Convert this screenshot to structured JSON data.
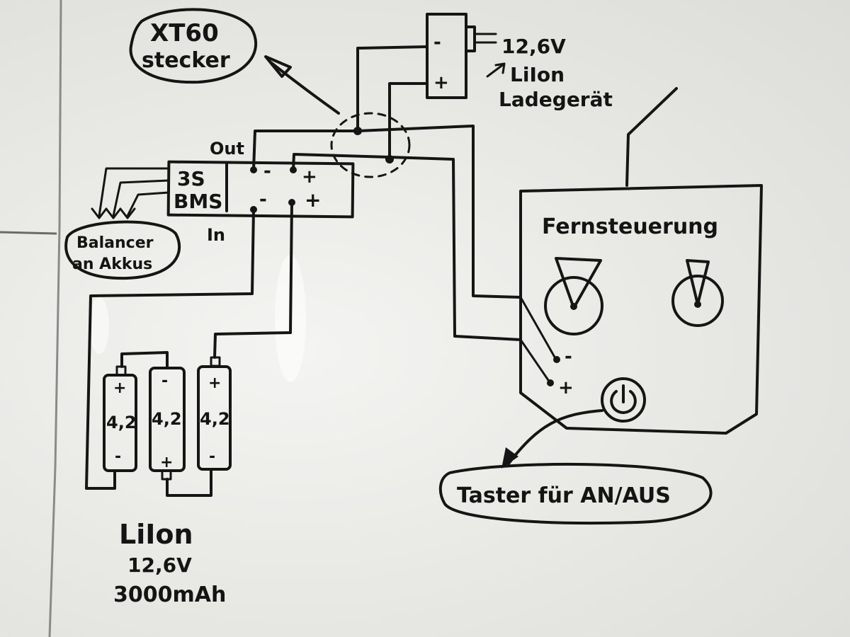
{
  "xt60": {
    "line1": "XT60",
    "line2": "stecker"
  },
  "charger": {
    "voltage": "12,6V",
    "line1": "LiIon",
    "line2": "Ladegerät",
    "minus": "-",
    "plus": "+"
  },
  "bms": {
    "line1": "3S",
    "line2": "BMS",
    "out": "Out",
    "in": "In",
    "out_minus": "-",
    "out_plus": "+",
    "in_minus": "-",
    "in_plus": "+"
  },
  "balancer": {
    "line1": "Balancer",
    "line2": "an Akkus"
  },
  "cells": [
    {
      "top": "+",
      "value": "4,2",
      "bottom": "-"
    },
    {
      "top": "-",
      "value": "4,2",
      "bottom": "+"
    },
    {
      "top": "+",
      "value": "4,2",
      "bottom": "-"
    }
  ],
  "battery": {
    "line1": "LiIon",
    "line2": "12,6V",
    "line3": "3000mAh"
  },
  "remote": {
    "title": "Fernsteuerung",
    "minus": "-",
    "plus": "+"
  },
  "button": {
    "label": "Taster für AN/AUS"
  }
}
